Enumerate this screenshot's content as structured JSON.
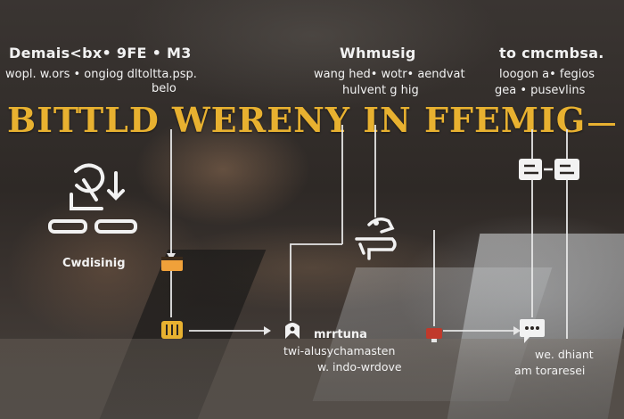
{
  "banner": {
    "title": "BITTLD WERENY IN FFEMIG"
  },
  "header_left": {
    "title": "Demais<bx• 9FE • M3",
    "lines": [
      "wopl. w.ors • ongiog dltoltta.psp.",
      "belo"
    ]
  },
  "header_center": {
    "title": "Whmusig",
    "lines": [
      "wang hed• wotr• aendvat",
      "hulvent g hig"
    ]
  },
  "header_right": {
    "title": "to cmcmbsa.",
    "lines": [
      "loogon a• fegios",
      "gea • pusevlins"
    ]
  },
  "nodes": {
    "left_label": "Cwdisinig",
    "center_label": "mrrtuna",
    "center_lines": [
      "twi-alusychamasten",
      "w. indo-wrdove"
    ],
    "right_lines": [
      "we. dhiant",
      "am toraresei"
    ]
  },
  "icons": {
    "person_at_desk": "person-desk-icon",
    "box": "box-icon",
    "chip": "chip-icon",
    "robot": "robot-icon",
    "pin": "pin-icon",
    "small_monitor": "monitor-icon",
    "steps": "steps-icon",
    "chat": "chat-icon"
  },
  "colors": {
    "accent": "#e8b130",
    "text": "#f2f2f2",
    "line": "#e6e6e6"
  }
}
